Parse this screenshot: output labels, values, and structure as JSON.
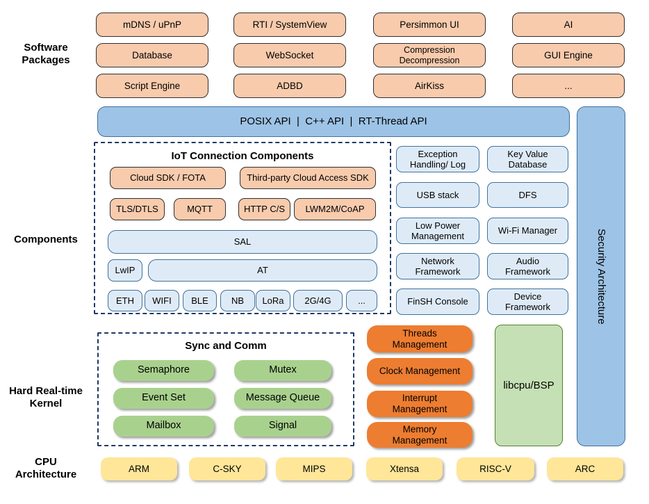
{
  "section_labels": {
    "software_packages": "Software\nPackages",
    "components": "Components",
    "kernel": "Hard Real-time\nKernel",
    "cpu": "CPU\nArchitecture"
  },
  "software_packages": [
    "mDNS / uPnP",
    "RTI / SystemView",
    "Persimmon UI",
    "AI",
    "Database",
    "WebSocket",
    "Compression\nDecompression",
    "GUI Engine",
    "Script Engine",
    "ADBD",
    "AirKiss",
    "..."
  ],
  "api_bar": "POSIX API  |  C++ API  |  RT-Thread API",
  "security_bar": "Security Architecture",
  "iot": {
    "title": "IoT Connection Components",
    "cloud_sdk": "Cloud SDK / FOTA",
    "third_party_sdk": "Third-party Cloud Access SDK",
    "protocols": [
      "TLS/DTLS",
      "MQTT",
      "HTTP C/S",
      "LWM2M/CoAP"
    ],
    "sal": "SAL",
    "lwip": "LwIP",
    "at": "AT",
    "links": [
      "ETH",
      "WIFI",
      "BLE",
      "NB",
      "LoRa",
      "2G/4G",
      "..."
    ]
  },
  "component_boxes": [
    "Exception\nHandling/ Log",
    "Key Value\nDatabase",
    "USB stack",
    "DFS",
    "Low Power\nManagement",
    "Wi-Fi Manager",
    "Network\nFramework",
    "Audio\nFramework",
    "FinSH Console",
    "Device\nFramework"
  ],
  "kernel": {
    "sync_title": "Sync and Comm",
    "sync_items": [
      "Semaphore",
      "Mutex",
      "Event Set",
      "Message Queue",
      "Mailbox",
      "Signal"
    ],
    "management": [
      "Threads\nManagement",
      "Clock Management",
      "Interrupt\nManagement",
      "Memory\nManagement"
    ],
    "libcpu": "libcpu/BSP"
  },
  "cpu_architectures": [
    "ARM",
    "C-SKY",
    "MIPS",
    "Xtensa",
    "RISC-V",
    "ARC"
  ],
  "colors": {
    "package_fill": "#F8CBAD",
    "api_fill": "#9DC3E6",
    "api_border": "#41719C",
    "component_fill": "#DEEBF7",
    "sync_fill": "#A9D18E",
    "management_fill": "#ED7D31",
    "libcpu_fill": "#C5E0B4",
    "cpu_fill": "#FFE699",
    "dashed_border": "#1F3864"
  }
}
